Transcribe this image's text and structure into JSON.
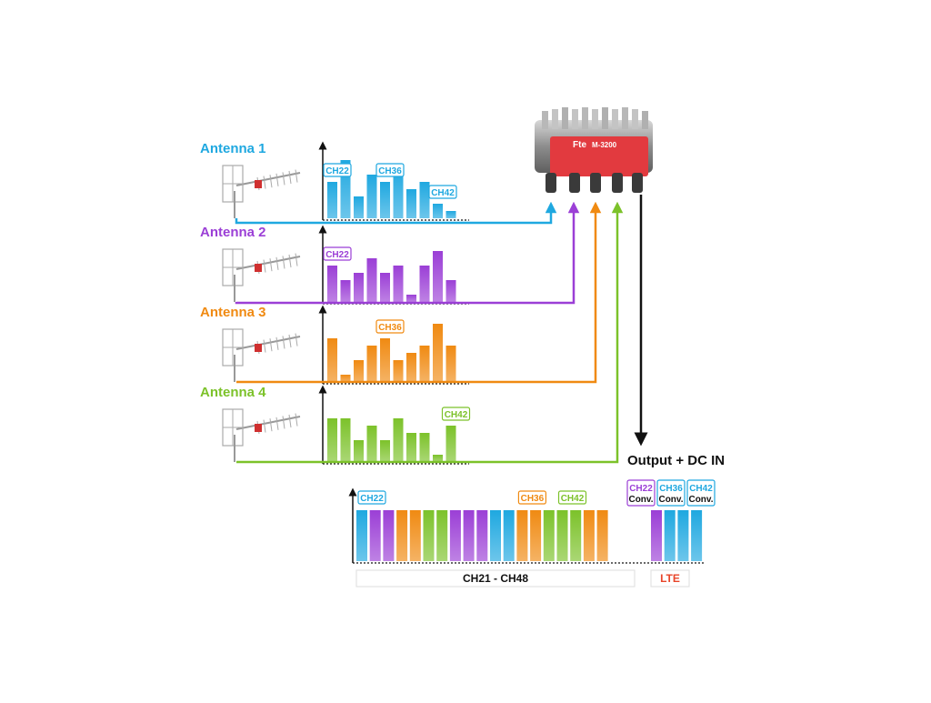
{
  "colors": {
    "antenna1": "#1fa8e0",
    "antenna2": "#9b3fd6",
    "antenna3": "#f08a12",
    "antenna4": "#7cc22a",
    "output": "#111111",
    "lte": "#e8452a",
    "amplifier_body": "#e23a3f"
  },
  "antennas": [
    {
      "label": "Antenna 1",
      "color_key": "antenna1",
      "values": [
        5,
        8,
        3,
        6,
        5,
        7,
        4,
        5,
        2,
        1
      ],
      "tags": [
        {
          "text": "CH22",
          "bar": 0
        },
        {
          "text": "CH36",
          "bar": 4
        },
        {
          "text": "CH42",
          "bar": 8
        }
      ]
    },
    {
      "label": "Antenna 2",
      "color_key": "antenna2",
      "values": [
        5,
        3,
        4,
        6,
        4,
        5,
        1,
        5,
        7,
        3
      ],
      "tags": [
        {
          "text": "CH22",
          "bar": 0
        }
      ]
    },
    {
      "label": "Antenna 3",
      "color_key": "antenna3",
      "values": [
        6,
        1,
        3,
        5,
        6,
        3,
        4,
        5,
        8,
        5
      ],
      "tags": [
        {
          "text": "CH36",
          "bar": 4
        }
      ]
    },
    {
      "label": "Antenna 4",
      "color_key": "antenna4",
      "values": [
        6,
        6,
        3,
        5,
        3,
        6,
        4,
        4,
        1,
        5
      ],
      "tags": [
        {
          "text": "CH42",
          "bar": 9
        }
      ]
    }
  ],
  "amplifier": {
    "brand": "Fte",
    "model": "M-3200"
  },
  "output_label": "Output + DC IN",
  "spectrum": {
    "bar_colors": [
      "antenna1",
      "antenna2",
      "antenna2",
      "antenna3",
      "antenna3",
      "antenna4",
      "antenna4",
      "antenna2",
      "antenna2",
      "antenna2",
      "antenna1",
      "antenna1",
      "antenna3",
      "antenna3",
      "antenna4",
      "antenna4",
      "antenna4",
      "antenna3",
      "antenna3"
    ],
    "lte_bar_colors": [
      "antenna2",
      "antenna1",
      "antenna1",
      "antenna1"
    ],
    "tags": [
      {
        "text": "CH22",
        "color_key": "antenna1",
        "bar": 0
      },
      {
        "text": "CH36",
        "color_key": "antenna3",
        "bar": 12
      },
      {
        "text": "CH42",
        "color_key": "antenna4",
        "bar": 15
      }
    ],
    "lte_tags": [
      {
        "text": "CH22",
        "sub": "Conv.",
        "color_key": "antenna2"
      },
      {
        "text": "CH36",
        "sub": "Conv.",
        "color_key": "antenna1"
      },
      {
        "text": "CH42",
        "sub": "Conv.",
        "color_key": "antenna1"
      }
    ],
    "range_label": "CH21 - CH48",
    "lte_label": "LTE"
  }
}
